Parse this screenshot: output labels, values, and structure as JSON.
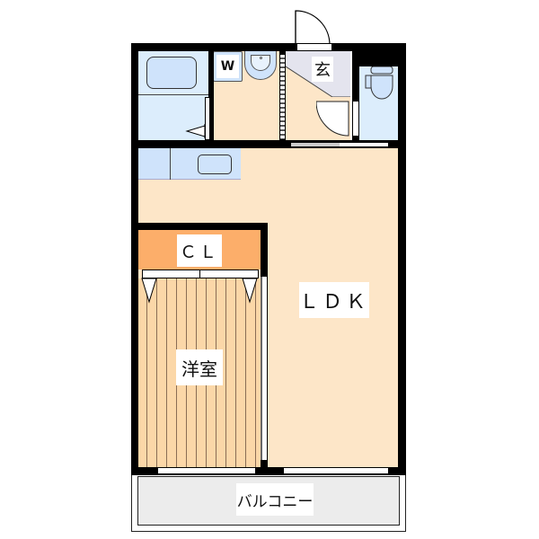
{
  "floorplan": {
    "rooms": {
      "ldk": {
        "label": "ＬＤＫ"
      },
      "western_room": {
        "label": "洋室"
      },
      "closet": {
        "label": "ＣＬ"
      },
      "entrance": {
        "label": "玄"
      },
      "washer": {
        "label": "W"
      },
      "balcony": {
        "label": "バルコニー"
      }
    },
    "colors": {
      "wall": "#000000",
      "floor_wood": "#fde6c8",
      "floor_room": "#fbd7a8",
      "closet": "#fcae6a",
      "wet_area": "#dcedfc",
      "fixture": "#cfe3fb",
      "entrance_floor": "#e4e4ee",
      "balcony": "#ececec"
    }
  }
}
